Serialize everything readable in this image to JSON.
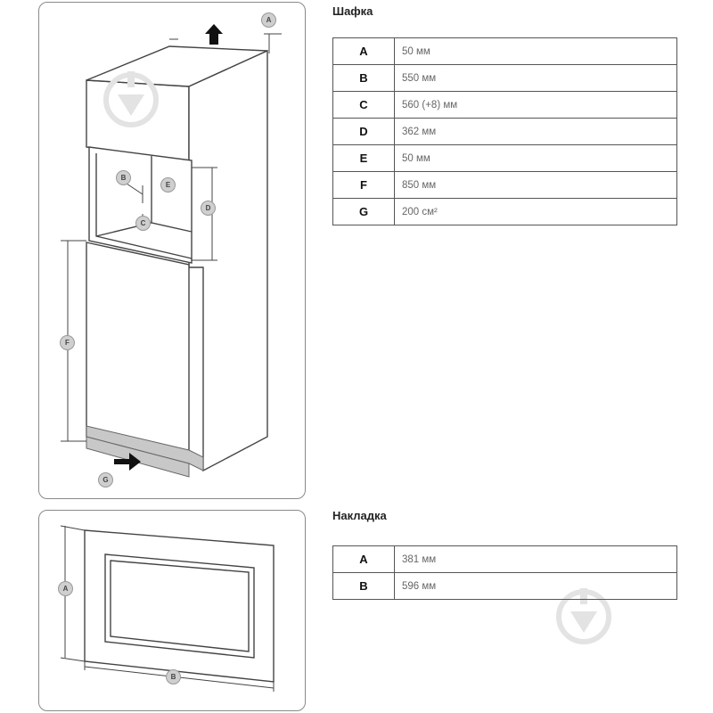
{
  "cabinet": {
    "heading": "Шафка",
    "rows": [
      {
        "key": "A",
        "value": "50 мм"
      },
      {
        "key": "B",
        "value": "550 мм"
      },
      {
        "key": "C",
        "value": "560 (+8) мм"
      },
      {
        "key": "D",
        "value": "362 мм"
      },
      {
        "key": "E",
        "value": "50 мм"
      },
      {
        "key": "F",
        "value": "850 мм"
      },
      {
        "key": "G",
        "value": "200 см²"
      }
    ]
  },
  "trim": {
    "heading": "Накладка",
    "rows": [
      {
        "key": "A",
        "value": "381 мм"
      },
      {
        "key": "B",
        "value": "596 мм"
      }
    ]
  },
  "callouts": {
    "a": "A",
    "b": "B",
    "c": "C",
    "d": "D",
    "e": "E",
    "f": "F",
    "g": "G"
  },
  "colors": {
    "border": "#555555",
    "panel_border": "#8a8a8a",
    "callout_fill": "#cfcfcf",
    "plinth": "#c8c8c8",
    "watermark": "#e3e3e3"
  },
  "icons": [
    "up-arrow-icon",
    "right-arrow-icon",
    "watermark-icon"
  ]
}
